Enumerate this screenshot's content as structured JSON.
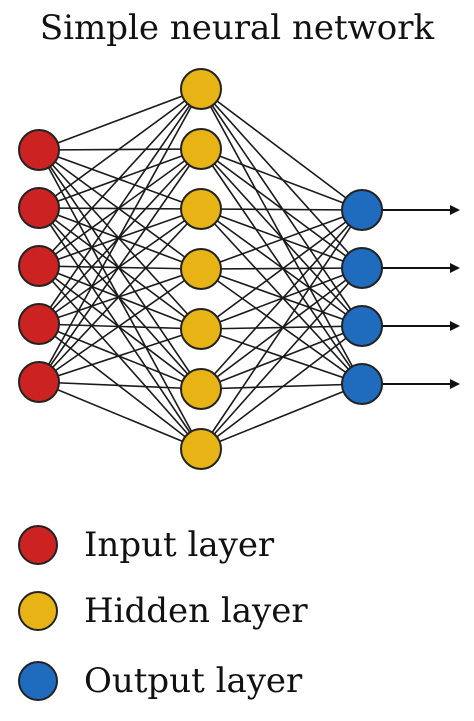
{
  "title": "Simple neural network",
  "colors": {
    "input": "#cc2222",
    "hidden": "#e8b415",
    "output": "#1f6cbf",
    "stroke": "#1a1a1a"
  },
  "layers": {
    "input_count": 5,
    "hidden_count": 7,
    "output_count": 4
  },
  "legend": [
    {
      "label": "Input layer",
      "color": "#cc2222"
    },
    {
      "label": "Hidden layer",
      "color": "#e8b415"
    },
    {
      "label": "Output layer",
      "color": "#1f6cbf"
    }
  ]
}
